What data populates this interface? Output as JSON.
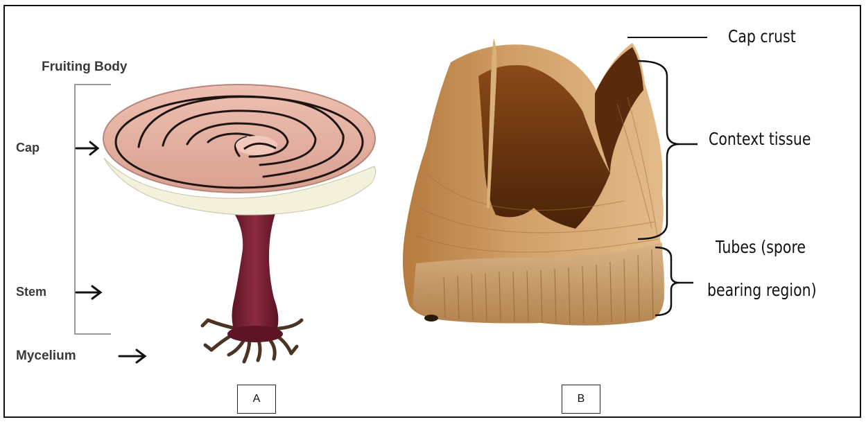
{
  "panel_a": {
    "fruiting_body_label": "Fruiting Body",
    "cap_label": "Cap",
    "stem_label": "Stem",
    "mycelium_label": "Mycelium",
    "tag": "A"
  },
  "panel_b": {
    "cap_crust_label": "Cap crust",
    "context_tissue_label": "Context tissue",
    "tubes_label_line1": "Tubes (spore",
    "tubes_label_line2": "bearing region)",
    "tag": "B"
  },
  "colors": {
    "cap_pink": "#e8b4a6",
    "cap_rings": "#1e1512",
    "cap_underside": "#f3f0dc",
    "stem_maroon": "#7b1f33",
    "mycelium_brown": "#4a3424",
    "sample_tan": "#c8955c",
    "sample_dark": "#6a3510"
  }
}
